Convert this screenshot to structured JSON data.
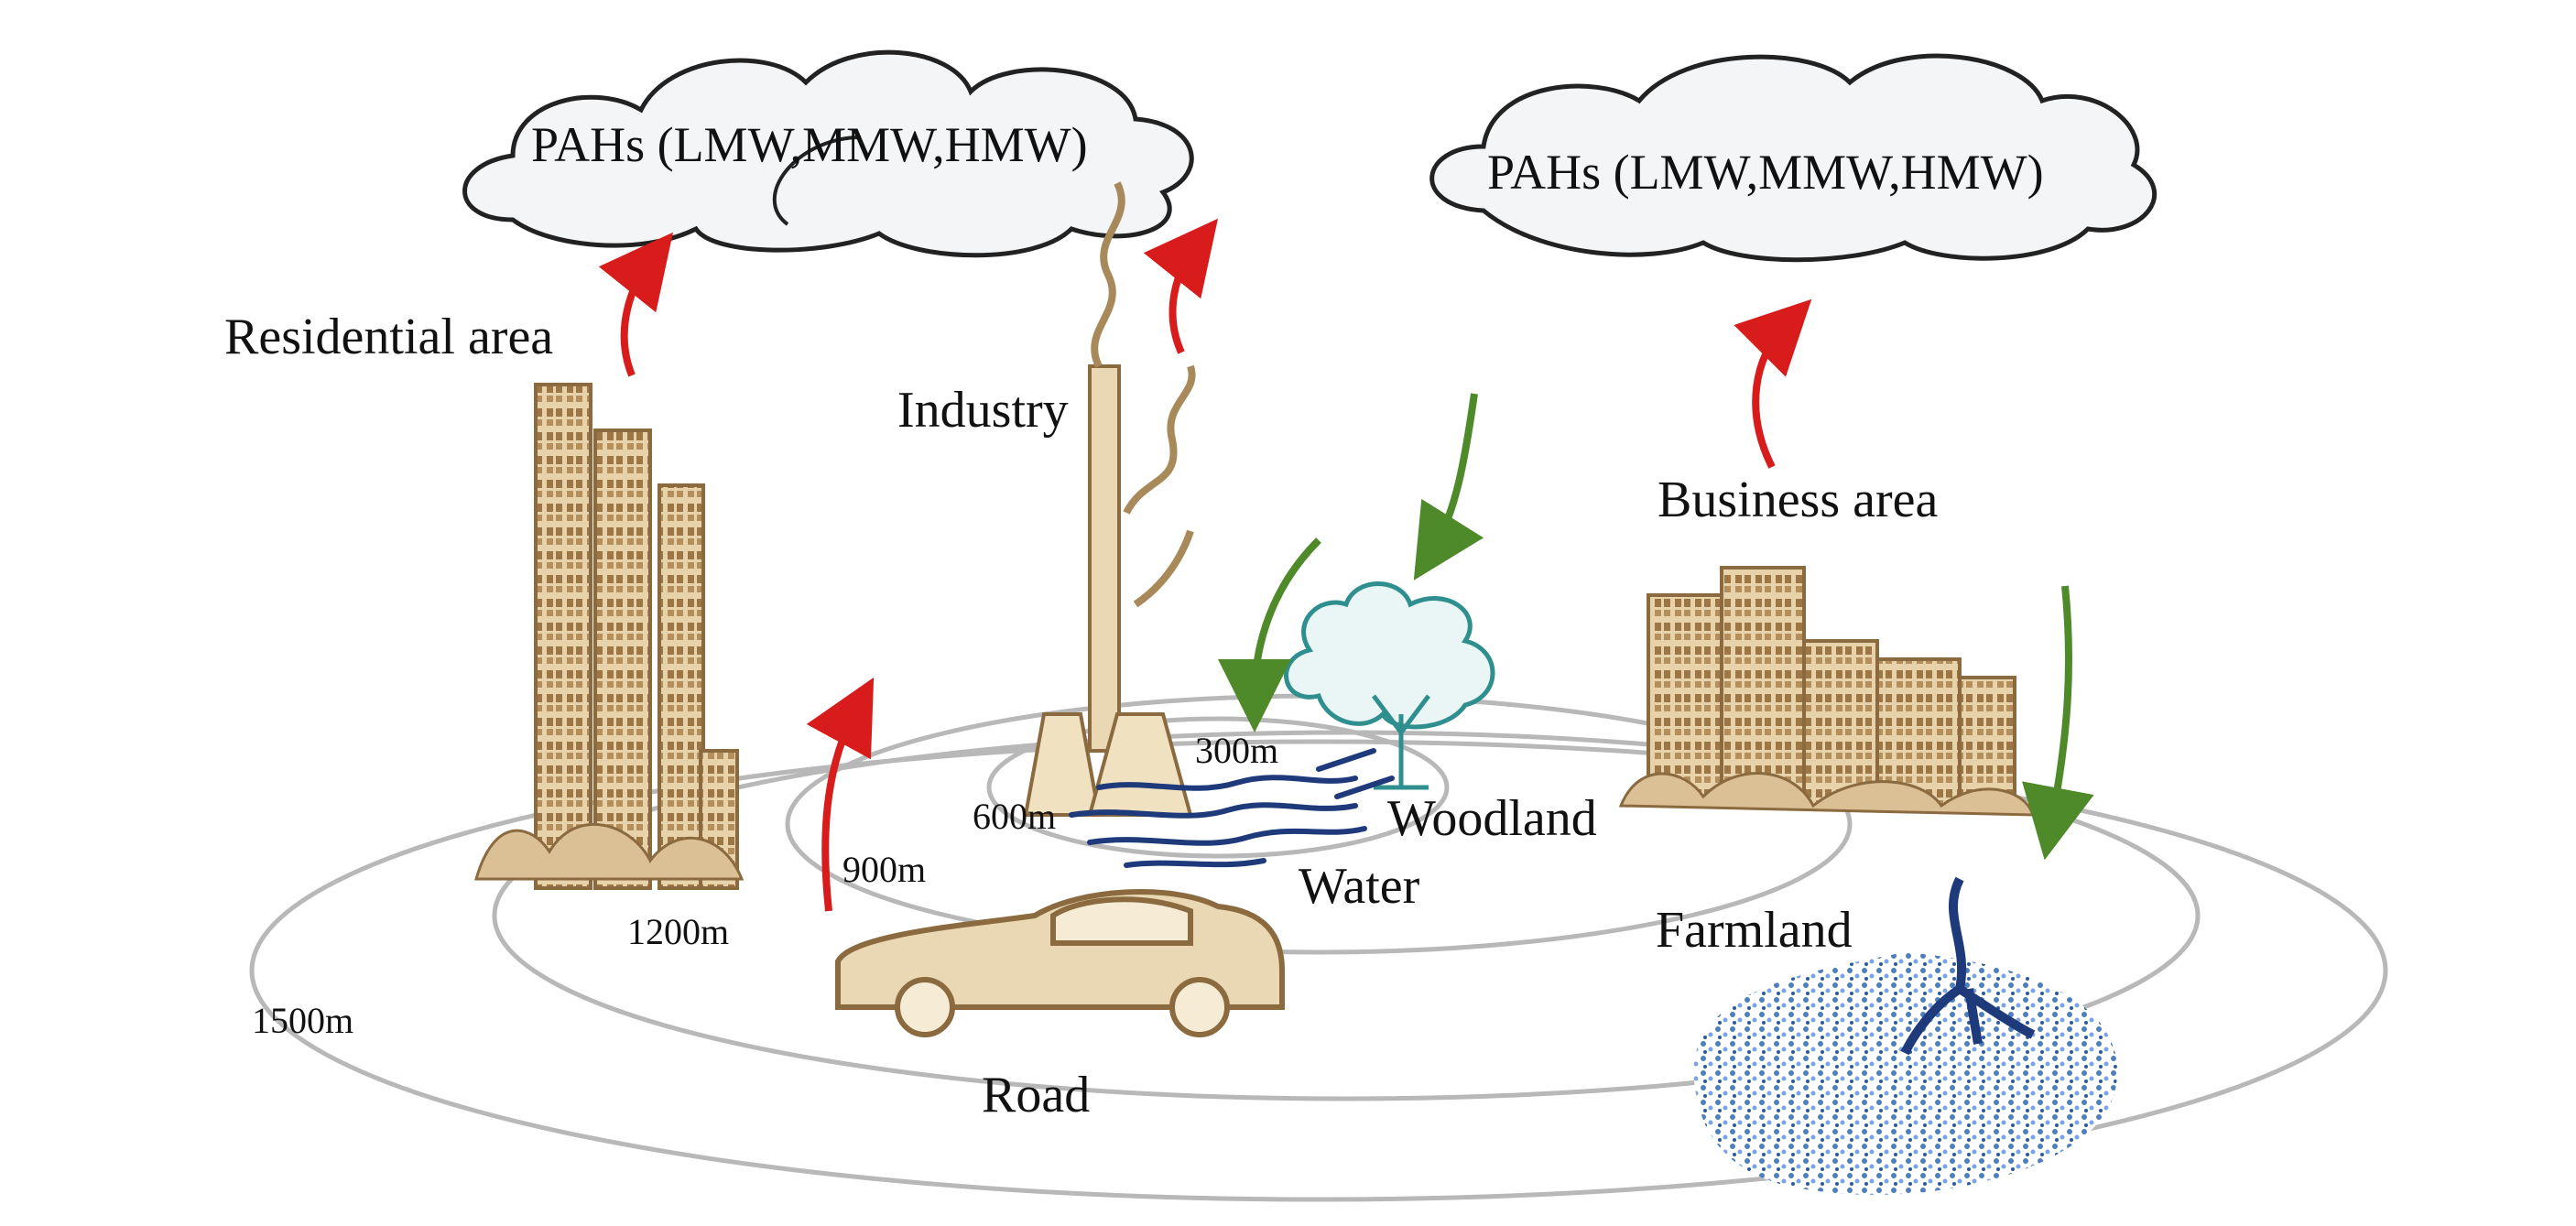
{
  "clouds": [
    {
      "text": "PAHs (LMW,MMW,HMW)"
    },
    {
      "text": "PAHs (LMW,MMW,HMW)"
    }
  ],
  "areas": {
    "residential": "Residential area",
    "industry": "Industry",
    "business": "Business area",
    "woodland": "Woodland",
    "water": "Water",
    "farmland": "Farmland",
    "road": "Road"
  },
  "rings": {
    "r300": "300m",
    "r600": "600m",
    "r900": "900m",
    "r1200": "1200m",
    "r1500": "1500m"
  },
  "colors": {
    "emission_arrow": "#d81b1b",
    "deposition_arrow": "#4e8a2a",
    "building": "#c9a878",
    "building_dark": "#8a6a3e",
    "water": "#1e3a7a",
    "tree": "#2f8f8f",
    "farmland": "#3a6aa8",
    "ring": "#b8b8b8"
  },
  "icons": [
    "cloud-icon",
    "building-icon",
    "factory-icon",
    "tree-icon",
    "water-icon",
    "car-icon",
    "farmland-icon",
    "up-arrow-icon",
    "down-arrow-icon"
  ]
}
